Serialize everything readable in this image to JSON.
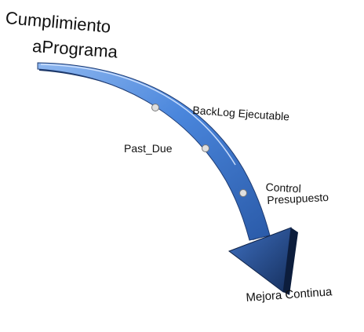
{
  "title": {
    "line1": "Cumplimiento",
    "line2": "aPrograma"
  },
  "steps": [
    {
      "label": "BackLog Ejecutable"
    },
    {
      "label": "Past_Due"
    },
    {
      "line1": "Control",
      "line2": "Presupuesto"
    }
  ],
  "outcome": "Mejora Continua",
  "colors": {
    "arrow_light": "#6fa3e8",
    "arrow_mid": "#3b78d1",
    "arrow_dark": "#1f3c73",
    "marker": "#d9d9d9"
  }
}
